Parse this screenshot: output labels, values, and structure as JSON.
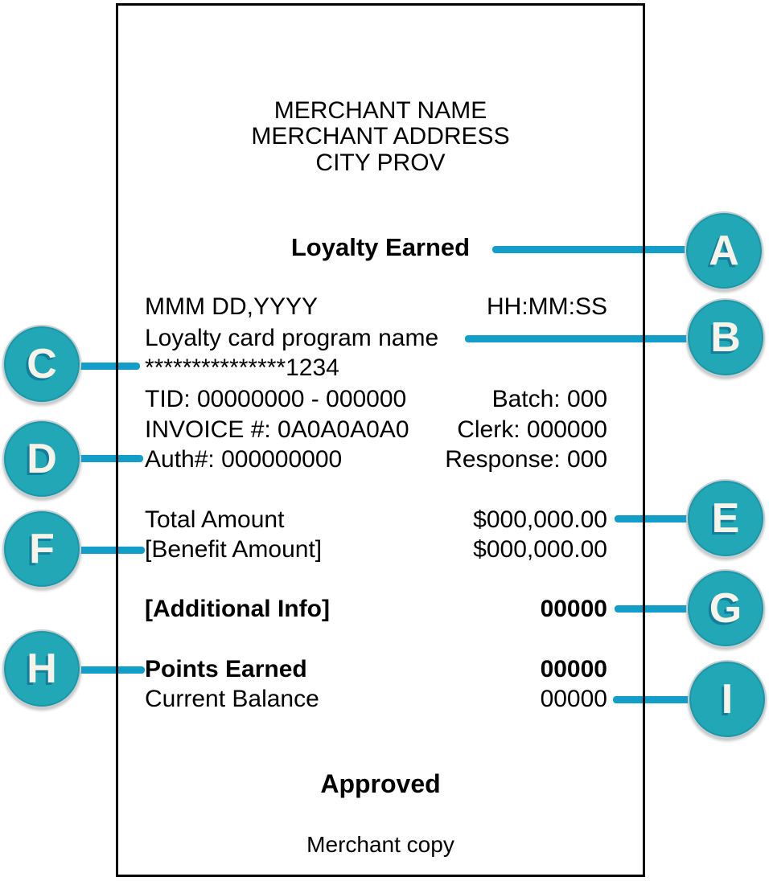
{
  "receipt": {
    "header_lines": [
      "MERCHANT NAME",
      "MERCHANT ADDRESS",
      "CITY PROV"
    ],
    "title": "Loyalty Earned",
    "datetime_row": {
      "date": "MMM DD,YYYY",
      "time": "HH:MM:SS"
    },
    "program_name": "Loyalty card program name",
    "card_number": "***************1234",
    "info_rows": [
      {
        "left": "TID: 00000000 - 000000",
        "right": "Batch: 000"
      },
      {
        "left": "INVOICE #: 0A0A0A0A0",
        "right": "Clerk: 000000"
      },
      {
        "left": "Auth#: 000000000",
        "right": "Response: 000"
      }
    ],
    "amount_rows": [
      {
        "label": "Total Amount",
        "value": "$000,000.00"
      },
      {
        "label": "[Benefit Amount]",
        "value": "$000,000.00"
      }
    ],
    "additional_info_row": {
      "label": "[Additional Info]",
      "value": "00000"
    },
    "points_rows": [
      {
        "label": "Points Earned",
        "value": "00000"
      },
      {
        "label": "Current Balance",
        "value": "00000"
      }
    ],
    "status": "Approved",
    "copy_label": "Merchant copy"
  },
  "callouts": [
    {
      "letter": "A"
    },
    {
      "letter": "B"
    },
    {
      "letter": "C"
    },
    {
      "letter": "D"
    },
    {
      "letter": "E"
    },
    {
      "letter": "F"
    },
    {
      "letter": "G"
    },
    {
      "letter": "H"
    },
    {
      "letter": "I"
    }
  ],
  "colors": {
    "callout_fill": "#21A7B5",
    "callout_line": "#139EC9",
    "callout_text": "#F7F3E8",
    "receipt_border": "#000000"
  }
}
